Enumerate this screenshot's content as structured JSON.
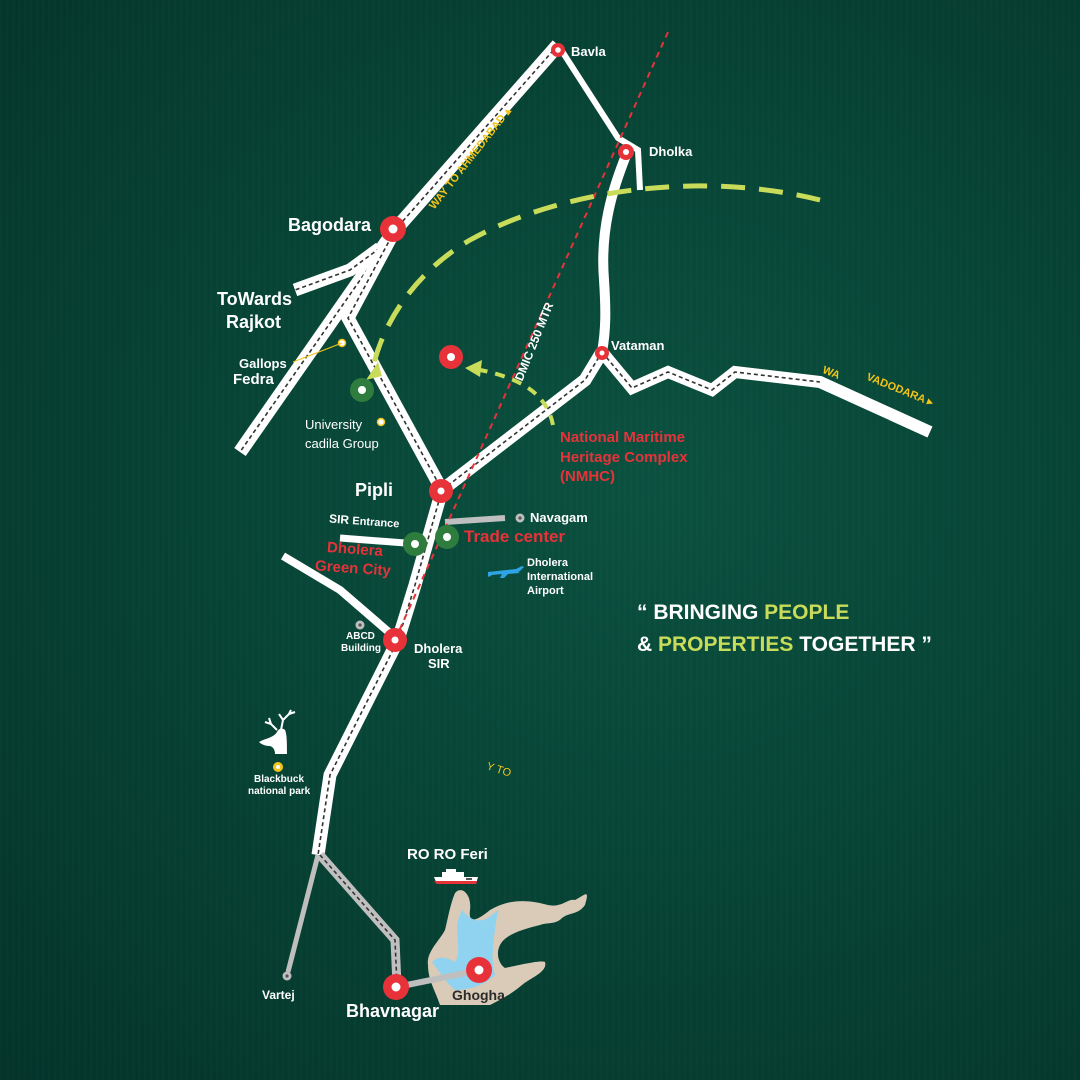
{
  "map": {
    "background_color": "#063d31",
    "colors": {
      "road": "#ffffff",
      "road_dash": "#333333",
      "secondary_road": "#bfbfbf",
      "station_red": "#e8323a",
      "station_green": "#2e7d3e",
      "dmic_line": "#e8323a",
      "route_arc": "#c8dc5a",
      "direction_text": "#f2c419",
      "land": "#d9cbb8",
      "water": "#8fd3f0",
      "airplane": "#2ea3e6"
    }
  },
  "places": {
    "bavla": "Bavla",
    "dholka": "Dholka",
    "bagodara": "Bagodara",
    "towards_rajkot_1": "ToWards",
    "towards_rajkot_2": "Rajkot",
    "gallops": "Gallops",
    "fedra": "Fedra",
    "university_1": "University",
    "university_2": "cadila Group",
    "vataman": "Vataman",
    "pipli": "Pipli",
    "sir_entrance_1": "SIR",
    "sir_entrance_2": "Entrance",
    "navagam": "Navagam",
    "trade_center": "Trade center",
    "dholera_green_city_1": "Dholera",
    "dholera_green_city_2": "Green City",
    "airport_1": "Dholera",
    "airport_2": "International",
    "airport_3": "Airport",
    "abcd_1": "ABCD",
    "abcd_2": "Building",
    "dholera_sir_1": "Dholera",
    "dholera_sir_2": "SIR",
    "nmhc_1": "National Maritime",
    "nmhc_2": "Heritage Complex",
    "nmhc_3": "(NMHC)",
    "blackbuck_1": "Blackbuck",
    "blackbuck_2": "national park",
    "ro_ro": "RO RO Feri",
    "vartej": "Vartej",
    "bhavnagar": "Bhavnagar",
    "ghogha": "Ghogha"
  },
  "directions": {
    "ahmedabad": "WAY TO AHMEDABAD",
    "wa": "WA",
    "vadodara": "VADODARA",
    "yto": "Y TO",
    "dmic": "DMIC 250 MTR"
  },
  "tagline": {
    "line1_open": "“ BRINGING ",
    "line1_hl": "PEOPLE",
    "line2_amp": "& ",
    "line2_hl": "PROPERTIES",
    "line2_close": " TOGETHER ”"
  },
  "icons": {
    "station": "location-ring-icon",
    "airport": "airplane-icon",
    "park": "deer-head-icon",
    "ferry": "ship-icon"
  }
}
